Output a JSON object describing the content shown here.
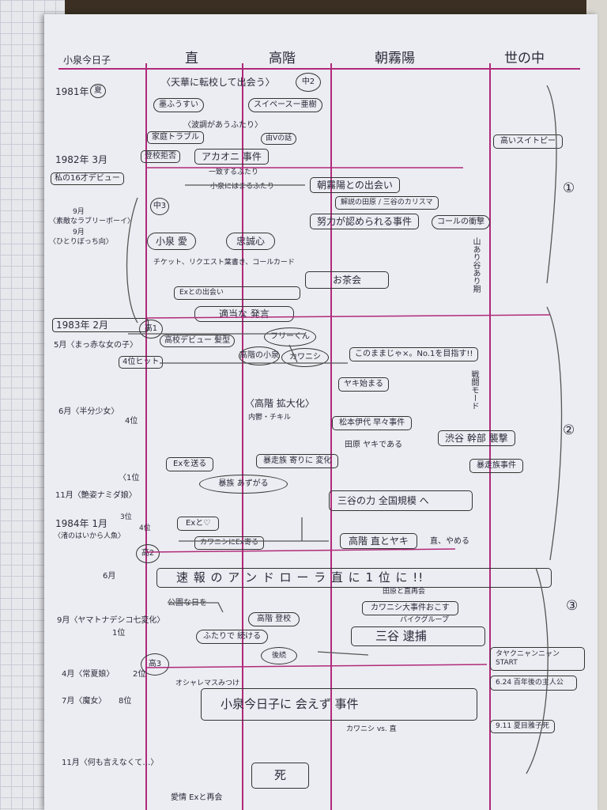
{
  "header": {
    "title": "小泉今日子",
    "col1": "直",
    "col2": "高階",
    "col3": "朝霧陽",
    "col4": "世の中"
  },
  "left": {
    "y1981": "1981年",
    "y1981_circle": "夏",
    "y1982": "1982年 3月",
    "debut": "私の16才デビュー",
    "m9a": "9月",
    "song9a": "〈素敵なラブリーボーイ〉",
    "m9b": "9月",
    "song9b": "〈ひとりぼっち向〉",
    "y1983": "1983年 2月",
    "m5": "5月〈まっ赤な女の子〉",
    "m6": "6月〈半分少女〉",
    "m11a": "11月〈艶姿ナミダ娘〉",
    "y1984": "1984年 1月",
    "song1984": "〈渚のはいから人魚〉",
    "m6b": "6月",
    "m9c": "9月〈ヤマトナデシコ七変化〉",
    "rank9c": "1位",
    "m4": "4月〈常夏娘〉",
    "rank4": "2位",
    "m7": "7月〈魔女〉",
    "rank7": "8位",
    "m11b": "11月〈何も言えなくて…〉"
  },
  "col1": {
    "meet": "〈天華に転校して出会う〉",
    "c2": "中2",
    "kiyo": "墨ふうすい",
    "tyo": "スイペースー亜樹",
    "wave": "〈波調があうふたり〉",
    "trouble": "家庭トラブル",
    "dv": "由Vの話",
    "school": "登校拒否",
    "akaoni": "アカオニ 事件",
    "agree": "一致するふたり",
    "kyo": "小泉にはまるふたり",
    "c3": "中3",
    "koizumi": "小泉 愛",
    "devotion": "忠誠心",
    "ticket": "チケット、リクエスト葉書き、コールカード",
    "ocha": "お茶会",
    "ex": "Exとの出会い",
    "adequate": "適当な 発言",
    "h1": "高1",
    "hairstyle": "高校デビュー 髪型",
    "rank4": "4位ヒット",
    "free": "フリーくん",
    "koizumi_obs": "高階の小泉",
    "kawanishi": "カワニシ",
    "rank4b": "4位",
    "enlarge": "〈高階 拡大化〉",
    "naiten": "内鬱・チキル",
    "rank11": "〈1位",
    "exsend": "Exを送る",
    "ban": "暴走族 寄りに 変化",
    "bansyo": "暴族 あずがる",
    "exheart": "Exと♡",
    "rank3": "3位",
    "rank4c": "4位",
    "kawanishi_ex": "カワニシにEx寄る",
    "h2": "高2",
    "rank1": "速 報 の ア ン ド ロ ー ラ 直 に 1 位 に !!",
    "kouen": "公園な日を",
    "takashi": "高階 登校",
    "futari": "ふたりで 続ける",
    "gosoku": "後続",
    "h3": "高3",
    "mikkame": "オシャレマスみつけ",
    "koizumi_incident": "小泉今日子に 会えず 事件",
    "kawa_vs": "カワニシ vs. 直",
    "death": "死",
    "bottom": "愛情 Exと再会"
  },
  "col3": {
    "meet": "朝霧陽との出会い",
    "duo": "解説の田原 / 三谷のカリスマ",
    "effort": "努力が認められる事件",
    "call": "コールの衝撃",
    "yamiage": "山あり谷あり期",
    "number1": "このままじゃ×。No.1を目指す!!",
    "yakifu": "ヤキ始まる",
    "battle": "戦闘モード",
    "matsumoto": "松本伊代 早々事件",
    "tahara": "田原 ヤキである",
    "shibuya": "渋谷 幹部 襲撃",
    "mitani": "三谷の力 全国規模 へ",
    "bousou": "暴走族事件",
    "choku": "直、やめる",
    "takashi_yaki": "高階 直とヤキ",
    "tahara2": "田原と直再会",
    "kawa_big": "カワニシ大事件おこす",
    "bikewarp": "バイクグループ",
    "mitani_arrest": "三谷 逮捕"
  },
  "col4": {
    "speed": "高いスイトピー",
    "period1": "①",
    "period2": "②",
    "period3": "③",
    "tanaka": "タヤクニャンニャンSTART",
    "memo": "6.24 百年後の主人公",
    "ending": "9.11 夏目雅子死"
  }
}
